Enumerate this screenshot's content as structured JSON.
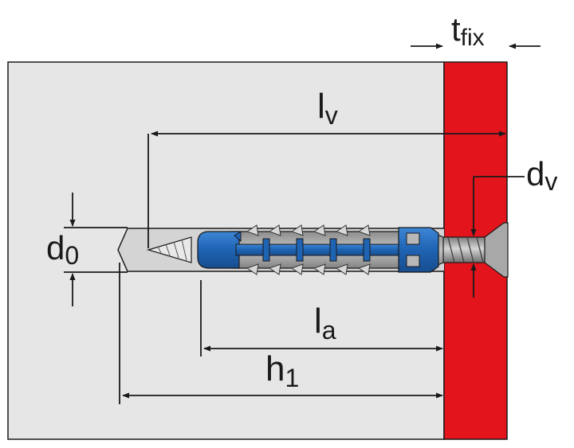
{
  "labels": {
    "t_fix": {
      "main": "t",
      "sub": "fix"
    },
    "l_v": {
      "main": "l",
      "sub": "v"
    },
    "d_v": {
      "main": "d",
      "sub": "v"
    },
    "d_0": {
      "main": "d",
      "sub": "0"
    },
    "l_a": {
      "main": "l",
      "sub": "a"
    },
    "h_1": {
      "main": "h",
      "sub": "1"
    }
  },
  "colors": {
    "base_material": "#e6e6e6",
    "fixture": "#e3141c",
    "anchor": "#1f63b3",
    "screw": "#9a9a9a",
    "outline": "#1a1a1a"
  }
}
